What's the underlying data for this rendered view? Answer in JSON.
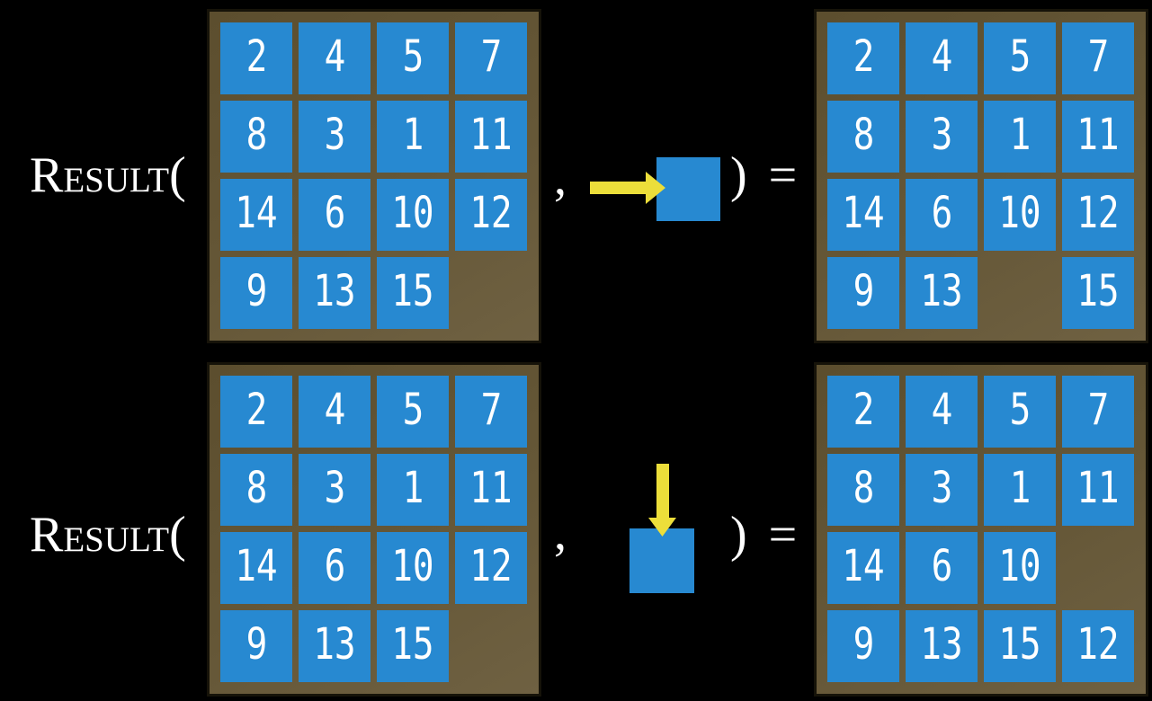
{
  "colors": {
    "background": "#000000",
    "tile-blue": "#2789d1",
    "board-brown-dark": "#5c4e2e",
    "board-brown": "#655737",
    "board-brown-light": "#6f6142",
    "board-border": "#161309",
    "arrow-yellow": "#ecde3a",
    "text-white": "#ffffff"
  },
  "rows": [
    {
      "function_label": "Result(",
      "comma": ",",
      "close_label": ") =",
      "move_icon": "right-arrow",
      "input_grid": [
        [
          "2",
          "4",
          "5",
          "7"
        ],
        [
          "8",
          "3",
          "1",
          "11"
        ],
        [
          "14",
          "6",
          "10",
          "12"
        ],
        [
          "9",
          "13",
          "15",
          ""
        ]
      ],
      "output_grid": [
        [
          "2",
          "4",
          "5",
          "7"
        ],
        [
          "8",
          "3",
          "1",
          "11"
        ],
        [
          "14",
          "6",
          "10",
          "12"
        ],
        [
          "9",
          "13",
          "",
          "15"
        ]
      ]
    },
    {
      "function_label": "Result(",
      "comma": ",",
      "close_label": ") =",
      "move_icon": "down-arrow",
      "input_grid": [
        [
          "2",
          "4",
          "5",
          "7"
        ],
        [
          "8",
          "3",
          "1",
          "11"
        ],
        [
          "14",
          "6",
          "10",
          "12"
        ],
        [
          "9",
          "13",
          "15",
          ""
        ]
      ],
      "output_grid": [
        [
          "2",
          "4",
          "5",
          "7"
        ],
        [
          "8",
          "3",
          "1",
          "11"
        ],
        [
          "14",
          "6",
          "10",
          ""
        ],
        [
          "9",
          "13",
          "15",
          "12"
        ]
      ]
    }
  ]
}
